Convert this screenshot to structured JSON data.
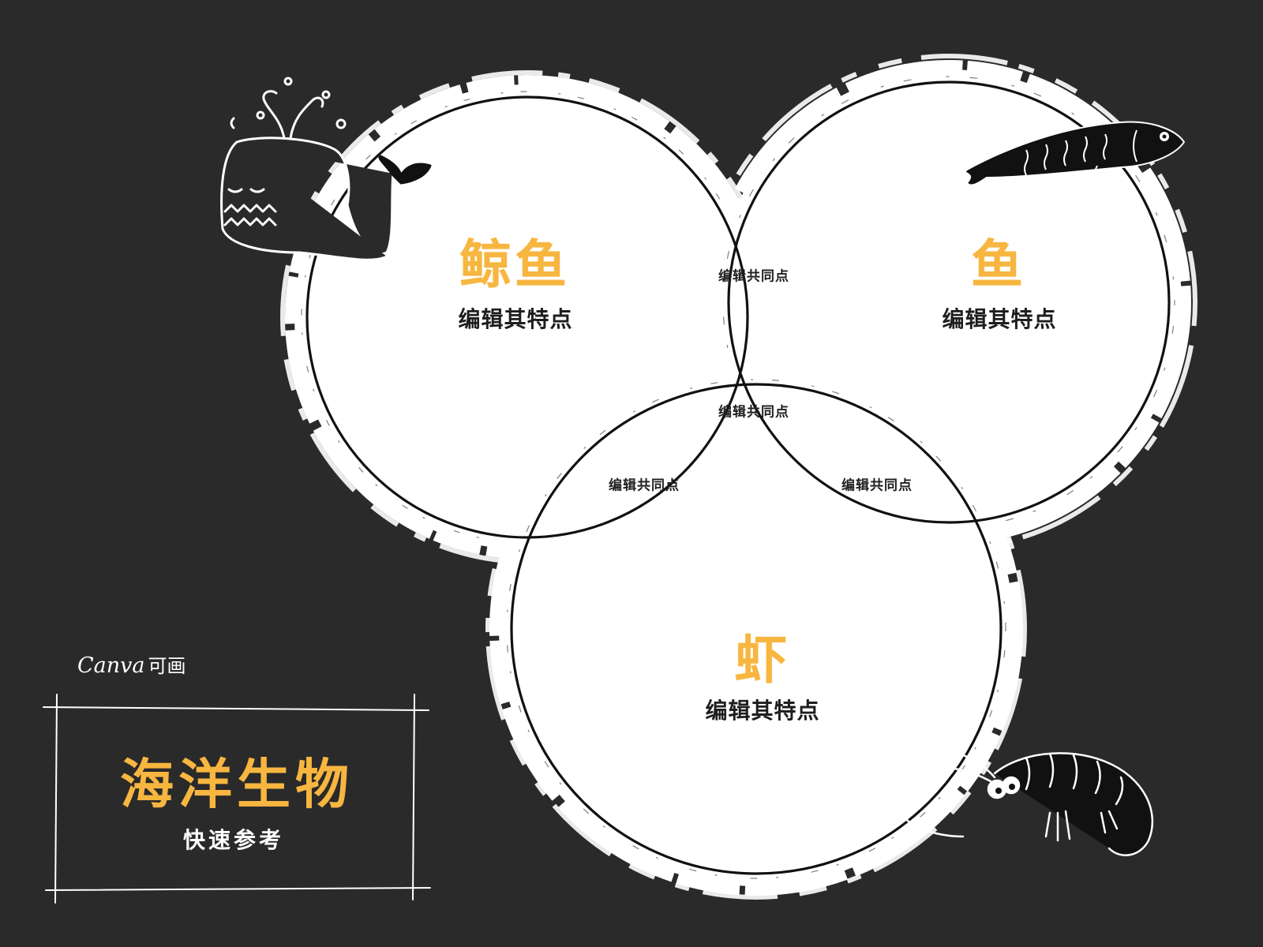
{
  "colors": {
    "background": "#2a2a2a",
    "accent": "#f7b640",
    "circle_fill": "#ffffff",
    "text_dark": "#1e1e1e"
  },
  "brand": {
    "latin": "Canva",
    "cn": "可画"
  },
  "title_card": {
    "title": "海洋生物",
    "subtitle": "快速参考"
  },
  "circles": {
    "whale": {
      "title": "鲸鱼",
      "subtitle": "编辑其特点",
      "icon": "whale-icon"
    },
    "fish": {
      "title": "鱼",
      "subtitle": "编辑其特点",
      "icon": "fish-icon"
    },
    "shrimp": {
      "title": "虾",
      "subtitle": "编辑其特点",
      "icon": "shrimp-icon"
    }
  },
  "overlaps": {
    "whale_fish": "编辑共同点",
    "center": "编辑共同点",
    "whale_shrimp": "编辑共同点",
    "fish_shrimp": "编辑共同点"
  }
}
